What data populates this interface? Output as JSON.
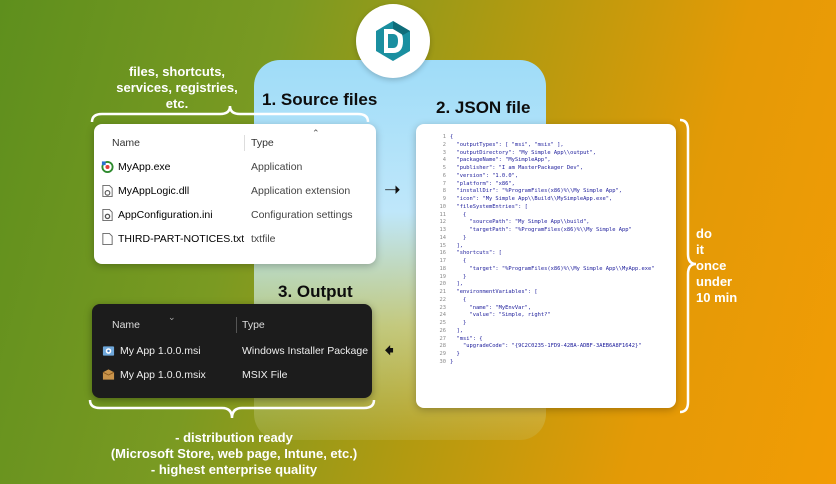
{
  "notes": {
    "top_left": [
      "files, shortcuts,",
      "services, registries,",
      "etc."
    ],
    "right": [
      "do",
      "it",
      "once",
      "under",
      "10 min"
    ],
    "bottom": [
      "- distribution ready",
      "(Microsoft Store, web page, Intune, etc.)",
      "- highest enterprise quality"
    ]
  },
  "steps": {
    "source": "1. Source files",
    "json": "2. JSON file",
    "output": "3. Output"
  },
  "source_window": {
    "col_name": "Name",
    "col_type": "Type",
    "files": [
      {
        "name": "MyApp.exe",
        "type": "Application",
        "icon": "app-exe-icon"
      },
      {
        "name": "MyAppLogic.dll",
        "type": "Application extension",
        "icon": "dll-file-icon"
      },
      {
        "name": "AppConfiguration.ini",
        "type": "Configuration settings",
        "icon": "settings-file-icon"
      },
      {
        "name": "THIRD-PART-NOTICES.txt",
        "type": "txtfile",
        "icon": "text-file-icon"
      }
    ]
  },
  "output_window": {
    "col_name": "Name",
    "col_type": "Type",
    "files": [
      {
        "name": "My App 1.0.0.msi",
        "type": "Windows Installer Package",
        "icon": "msi-package-icon"
      },
      {
        "name": "My App 1.0.0.msix",
        "type": "MSIX File",
        "icon": "msix-package-icon"
      }
    ]
  },
  "json_code": [
    "{",
    "  \"outputTypes\": [ \"msi\", \"msix\" ],",
    "  \"outputDirectory\": \"My Simple App\\\\output\",",
    "  \"packageName\": \"MySimpleApp\",",
    "  \"publisher\": \"I am MasterPackager Dev\",",
    "  \"version\": \"1.0.0\",",
    "  \"platform\": \"x86\",",
    "  \"installDir\": \"%ProgramFiles(x86)%\\\\My Simple App\",",
    "  \"icon\": \"My Simple App\\\\Build\\\\MySimpleApp.exe\",",
    "  \"fileSystemEntries\": [",
    "    {",
    "      \"sourcePath\": \"My Simple App\\\\build\",",
    "      \"targetPath\": \"%ProgramFiles(x86)%\\\\My Simple App\"",
    "    }",
    "  ],",
    "  \"shortcuts\": [",
    "    {",
    "      \"target\": \"%ProgramFiles(x86)%\\\\My Simple App\\\\MyApp.exe\"",
    "    }",
    "  ],",
    "  \"environmentVariables\": [",
    "    {",
    "      \"name\": \"MyEnvVar\",",
    "      \"value\": \"Simple, right?\"",
    "    }",
    "  ],",
    "  \"msi\": {",
    "    \"upgradeCode\": \"{9C2C0235-1FD9-42BA-ADBF-3AEB6A8F1642}\"",
    "  }",
    "}"
  ],
  "colors": {
    "logo_teal": "#1a8fa0",
    "light_blue_panel": "#9fdcf8",
    "dark_window": "#1c1c1c"
  }
}
